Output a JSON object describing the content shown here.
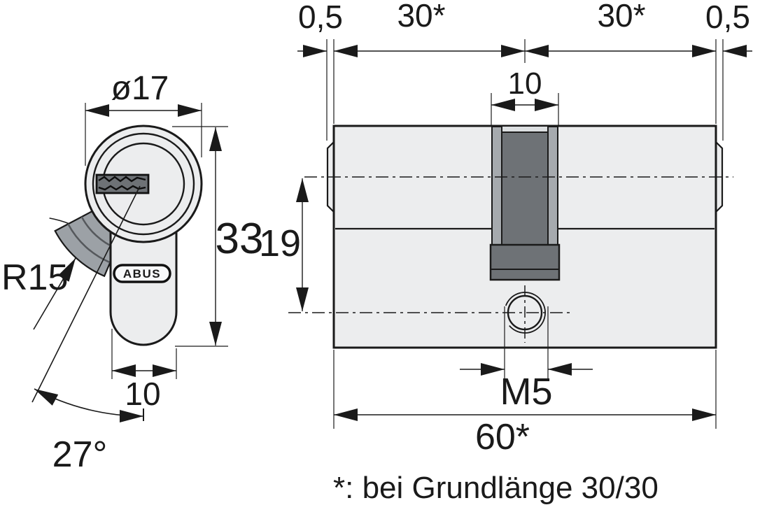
{
  "front_view": {
    "labels": {
      "diameter": "ø17",
      "height": "33",
      "foot_width": "10",
      "cam_radius": "R15",
      "cam_angle": "27°"
    },
    "logo": "ABUS"
  },
  "side_view": {
    "labels": {
      "protrusion_left": "0,5",
      "half_length_left": "30*",
      "half_length_right": "30*",
      "protrusion_right": "0,5",
      "cam_width": "10",
      "axis_to_screw": "19",
      "screw_thread": "M5",
      "total_length": "60*"
    }
  },
  "footnote": "*: bei Grundlänge 30/30",
  "colors": {
    "background": "#ffffff",
    "line": "#1a1a1a",
    "body_fill": "#ecedee",
    "cam_dark": "#6e7276",
    "cam_mid": "#a6aaae",
    "cam_front": "#9ca1a6",
    "logo_fill": "#f8f9fa"
  }
}
